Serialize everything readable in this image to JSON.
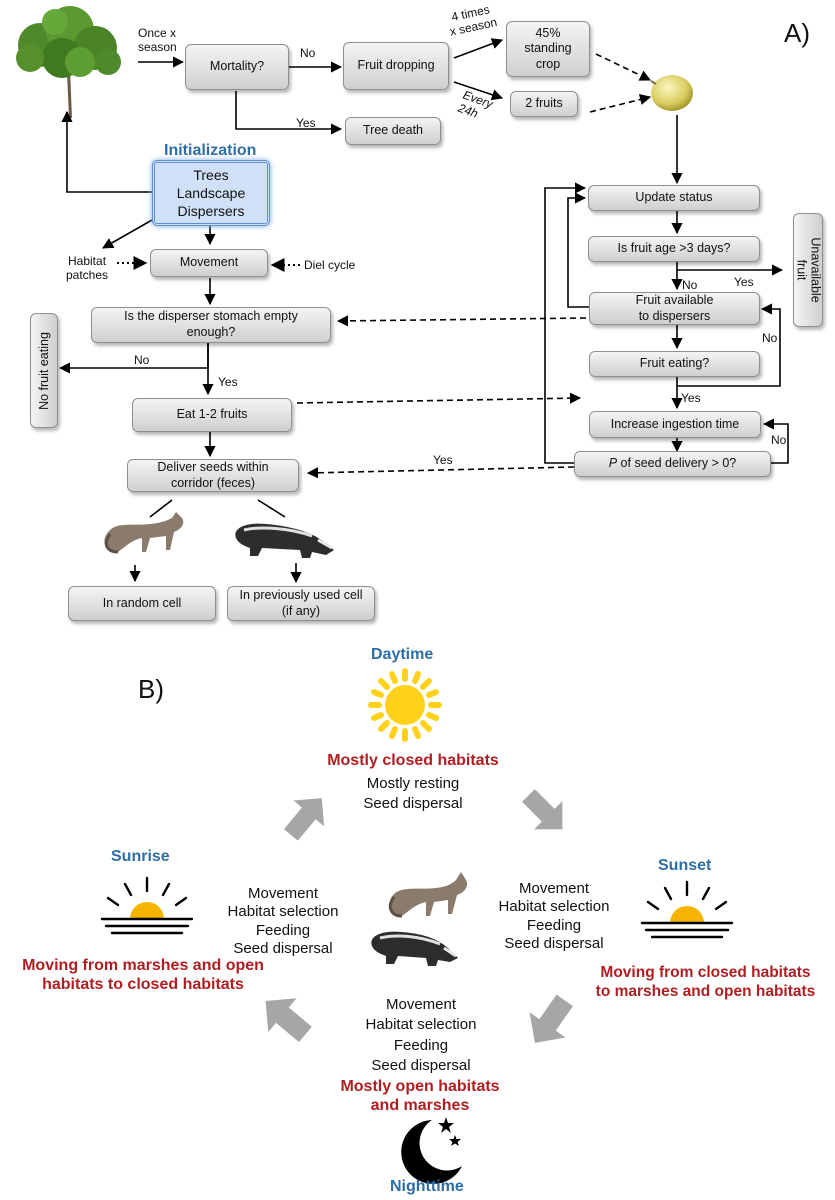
{
  "panel_a": "A)",
  "panel_b": "B)",
  "flow": {
    "once_x_season": "Once x\nseason",
    "mortality": "Mortality?",
    "no_mortality": "No",
    "fruit_dropping": "Fruit dropping",
    "four_times": "4 times\nx season",
    "standing_crop": "45%\nstanding\ncrop",
    "every_24h": "Every\n24h",
    "two_fruits": "2 fruits",
    "yes_mortality": "Yes",
    "tree_death": "Tree death",
    "init_title": "Initialization",
    "init_items": [
      "Trees",
      "Landscape",
      "Dispersers"
    ],
    "habitat_patches": "Habitat\npatches",
    "movement": "Movement",
    "diel_cycle": "Diel cycle",
    "stomach": "Is the disperser stomach empty\nenough?",
    "no_stomach": "No",
    "no_fruit_eating": "No fruit eating",
    "yes_stomach": "Yes",
    "eat_fruits": "Eat 1-2 fruits",
    "deliver_seeds": "Deliver seeds within\ncorridor (feces)",
    "random_cell": "In random cell",
    "previous_cell": "In previously used cell\n(if any)",
    "update_status": "Update status",
    "fruit_age": "Is fruit age >3 days?",
    "unavailable_fruit": "Unavailable\nfruit",
    "yes_age": "Yes",
    "no_age": "No",
    "fruit_available": "Fruit available\nto dispersers",
    "no_available": "No",
    "fruit_eating": "Fruit eating?",
    "yes_eating": "Yes",
    "ingestion": "Increase ingestion time",
    "no_delivery": "No",
    "p_delivery_italic": "P",
    "p_delivery_rest": " of seed delivery > 0?",
    "yes_delivery": "Yes"
  },
  "cycle": {
    "daytime": {
      "title": "Daytime",
      "habitat": "Mostly closed habitats",
      "activity": "Mostly resting\nSeed dispersal"
    },
    "sunset": {
      "title": "Sunset",
      "habitat": "Moving from closed habitats\nto marshes and open habitats",
      "activity": "Movement\nHabitat selection\nFeeding\nSeed dispersal"
    },
    "nighttime": {
      "title": "Nighttime",
      "habitat": "Mostly open habitats\nand marshes",
      "activity": "Movement\nHabitat selection\nFeeding\nSeed dispersal"
    },
    "sunrise": {
      "title": "Sunrise",
      "habitat": "Moving from marshes and open\nhabitats to closed habitats",
      "activity": "Movement\nHabitat selection\nFeeding\nSeed dispersal"
    }
  },
  "colors": {
    "title_blue": "#2e6ea6",
    "habitat_red": "#b01e22",
    "sun_yellow": "#ffd11a",
    "arrow_gray": "#a6a6a6",
    "init_blue": "#cfe0f7"
  },
  "icons": [
    "tree-icon",
    "fruit-icon",
    "fox-icon",
    "badger-icon",
    "sun-icon",
    "sunrise-icon",
    "sunset-icon",
    "moon-icon"
  ]
}
